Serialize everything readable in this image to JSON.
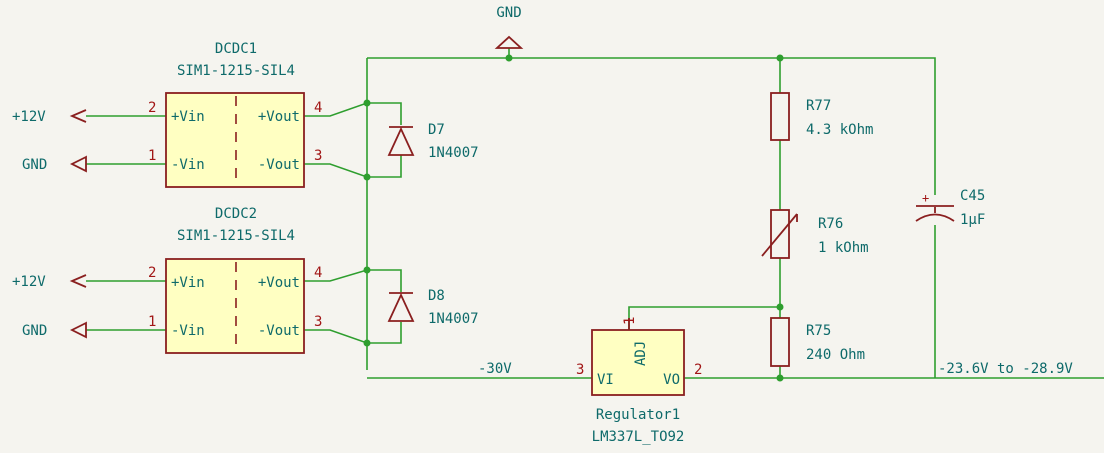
{
  "dcdc1": {
    "ref": "DCDC1",
    "value": "SIM1-1215-SIL4"
  },
  "dcdc2": {
    "ref": "DCDC2",
    "value": "SIM1-1215-SIL4"
  },
  "dcdc_pins": {
    "vin_pos": "+Vin",
    "vin_neg": "-Vin",
    "vout_pos": "+Vout",
    "vout_neg": "-Vout",
    "num_vin_pos": "2",
    "num_vin_neg": "1",
    "num_vout_pos": "4",
    "num_vout_neg": "3"
  },
  "d7": {
    "ref": "D7",
    "value": "1N4007"
  },
  "d8": {
    "ref": "D8",
    "value": "1N4007"
  },
  "r77": {
    "ref": "R77",
    "value": "4.3 kOhm"
  },
  "r76": {
    "ref": "R76",
    "value": "1 kOhm"
  },
  "r75": {
    "ref": "R75",
    "value": "240 Ohm"
  },
  "c45": {
    "ref": "C45",
    "value": "1µF"
  },
  "regulator": {
    "ref": "Regulator1",
    "value": "LM337L_TO92",
    "pin_vi": "VI",
    "pin_vo": "VO",
    "pin_adj": "ADJ",
    "num_vi": "3",
    "num_vo": "2",
    "num_adj": "1"
  },
  "nets": {
    "gnd_top": "GND",
    "p12v_1": "+12V",
    "gnd_1": "GND",
    "p12v_2": "+12V",
    "gnd_2": "GND",
    "neg30": "-30V",
    "out": "-23.6V to -28.9V"
  }
}
